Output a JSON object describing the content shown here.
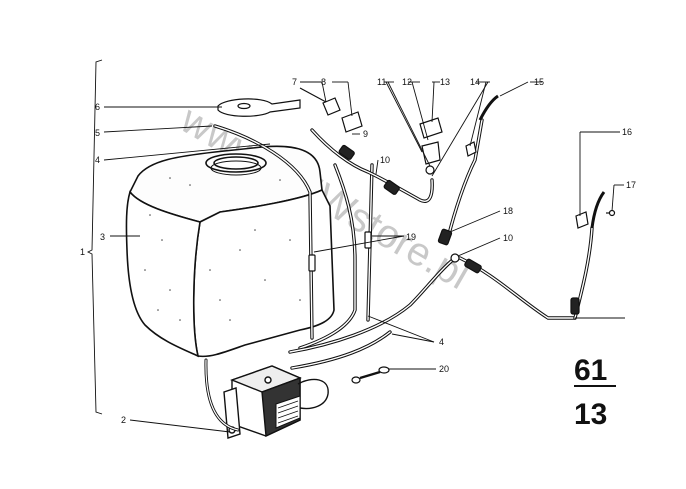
{
  "diagram": {
    "labels": [
      {
        "id": "1",
        "text": "1"
      },
      {
        "id": "2",
        "text": "2"
      },
      {
        "id": "3",
        "text": "3"
      },
      {
        "id": "4a",
        "text": "4"
      },
      {
        "id": "4b",
        "text": "4"
      },
      {
        "id": "5",
        "text": "5"
      },
      {
        "id": "6",
        "text": "6"
      },
      {
        "id": "7",
        "text": "7"
      },
      {
        "id": "8",
        "text": "8"
      },
      {
        "id": "9",
        "text": "9"
      },
      {
        "id": "10a",
        "text": "10"
      },
      {
        "id": "10b",
        "text": "10"
      },
      {
        "id": "11",
        "text": "11"
      },
      {
        "id": "12",
        "text": "12"
      },
      {
        "id": "13",
        "text": "13"
      },
      {
        "id": "14",
        "text": "14"
      },
      {
        "id": "15",
        "text": "15"
      },
      {
        "id": "16",
        "text": "16"
      },
      {
        "id": "17",
        "text": "17"
      },
      {
        "id": "18",
        "text": "18"
      },
      {
        "id": "19",
        "text": "19"
      },
      {
        "id": "20",
        "text": "20"
      }
    ],
    "page_number": {
      "top": "61",
      "bottom": "13"
    },
    "watermark": "www.BMWstore.pl"
  }
}
